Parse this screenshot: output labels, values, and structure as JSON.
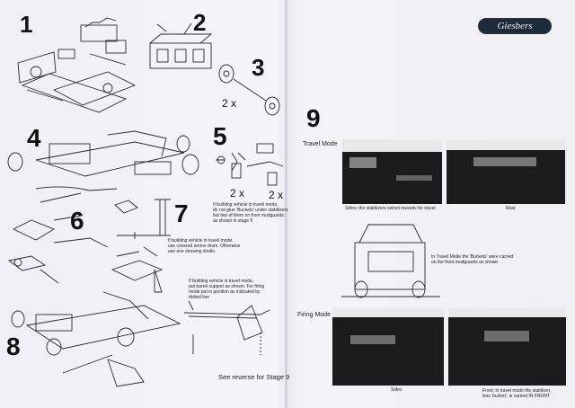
{
  "brand": {
    "logo_text": "Giesbers"
  },
  "steps": {
    "s1": "1",
    "s2": "2",
    "s3": "3",
    "s4": "4",
    "s5": "5",
    "s6": "6",
    "s7": "7",
    "s8": "8",
    "s9": "9"
  },
  "multipliers": {
    "step3": "2 x",
    "step5_left": "2 x",
    "step5_right": "2 x"
  },
  "notes": {
    "step5": [
      "If building vehicle in travel mode,",
      "do not glue 'Buckets' under stabilizers",
      "but two of them on front mudguards",
      "as shown in stage 9"
    ],
    "step7": [
      "If building vehicle in travel mode,",
      "use covered ammo drum. Otherwise",
      "use one showing shells."
    ],
    "barrel": [
      "If building vehicle is travel mode,",
      "put barrel support as shown. For firing",
      "mode put in position as indicated by",
      "dotted line"
    ],
    "reverse": "See reverse for Stage 9"
  },
  "stage9": {
    "travel_mode": "Travel Mode",
    "firing_mode": "Firing Mode",
    "cap_sides_travel": "Sides; the stabilizers swivel towards for travel",
    "cap_rear": "Rear",
    "cap_front": [
      "In Travel Mode the 'Buckets' were carried",
      "on the front mudguards as shown"
    ],
    "cap_sides": "Sides",
    "cap_front2": [
      "Front; in travel mode the stabilizer,",
      "less 'bucket', is carried IN FRONT"
    ]
  }
}
